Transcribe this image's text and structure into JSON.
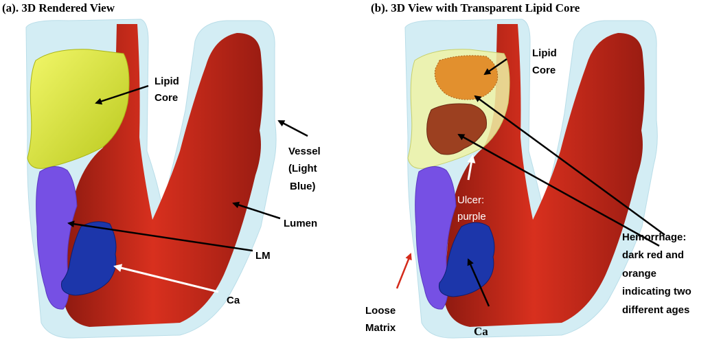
{
  "panel_a": {
    "title": "(a). 3D Rendered View",
    "labels": {
      "lipid_line1": "Lipid",
      "lipid_line2": "Core",
      "vessel_line1": "Vessel",
      "vessel_line2": "(Light",
      "vessel_line3": "Blue)",
      "lumen": "Lumen",
      "lm": "LM",
      "ca": "Ca"
    }
  },
  "panel_b": {
    "title": "(b). 3D View  with Transparent Lipid Core",
    "labels": {
      "lipid_line1": "Lipid",
      "lipid_line2": "Core",
      "ulcer_line1": "Ulcer:",
      "ulcer_line2": "purple",
      "hem_line1": "Hemorrhage:",
      "hem_line2": "dark red and",
      "hem_line3": "orange",
      "hem_line4": "indicating two",
      "hem_line5": "different ages",
      "loose_line1": "Loose",
      "loose_line2": "Matrix",
      "ca": "Ca"
    }
  },
  "colors": {
    "vessel": "#cfeaf2",
    "lumen": "#c8281a",
    "lipid_core": "#e4ee4a",
    "lm": "#7a52e6",
    "ca": "#1a35a8",
    "hemorrhage_orange": "#e08a2a",
    "hemorrhage_dark": "#9a3a1e",
    "arrow_red": "#d42a1a"
  }
}
